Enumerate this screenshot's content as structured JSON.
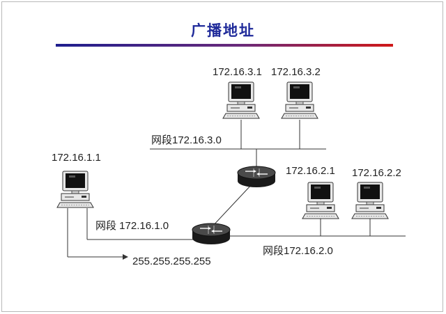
{
  "diagram": {
    "title": "广播地址",
    "hosts": {
      "pc_3_1": "172.16.3.1",
      "pc_3_2": "172.16.3.2",
      "pc_1_1": "172.16.1.1",
      "pc_2_1": "172.16.2.1",
      "pc_2_2": "172.16.2.2"
    },
    "segments": {
      "seg_3": "网段172.16.3.0",
      "seg_1": "网段 172.16.1.0",
      "seg_2": "网段172.16.2.0"
    },
    "broadcast_address": "255.255.255.255"
  },
  "colors": {
    "title": "#1f2a9a",
    "rule_start": "#1e1e8e",
    "rule_end": "#d01818",
    "line": "#333333",
    "screen": "#111111",
    "case": "#e8e8e8",
    "router_body": "#1a1a1a"
  },
  "icons": {
    "computer": "desktop-computer-icon",
    "router": "router-icon"
  }
}
